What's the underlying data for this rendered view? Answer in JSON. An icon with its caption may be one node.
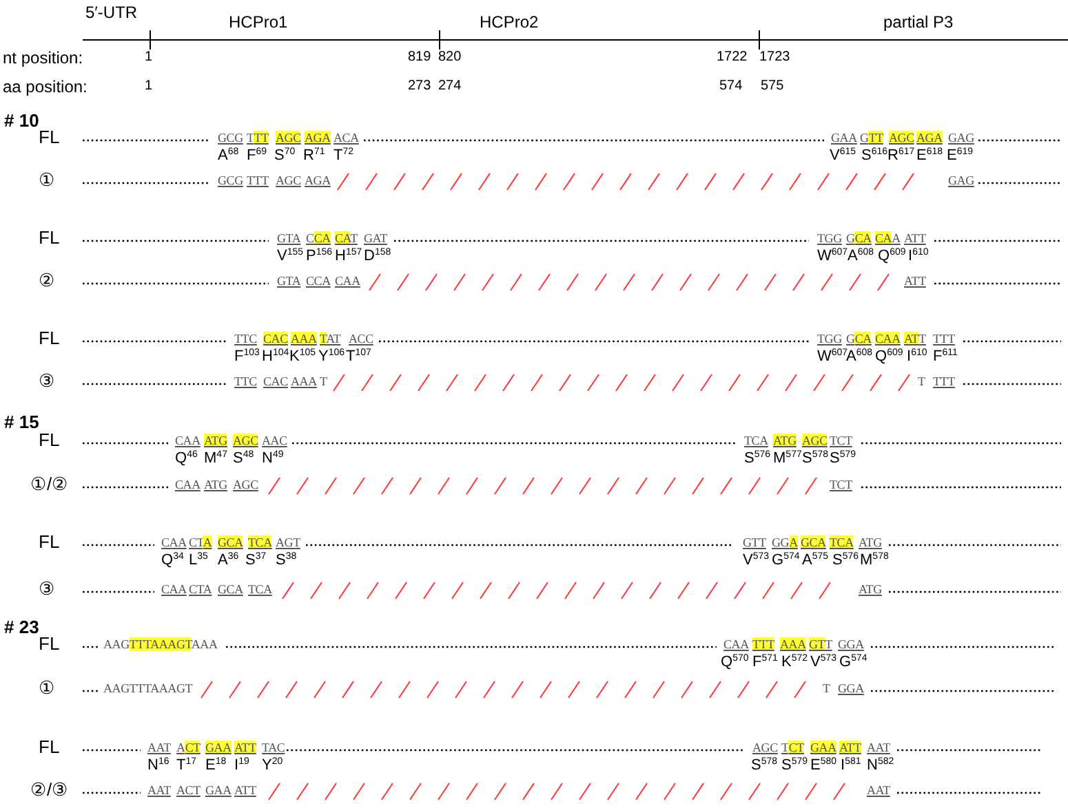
{
  "diagram": {
    "labels": [
      "5′-UTR",
      "HCPro1",
      "HCPro2",
      "partial P3",
      "nt position:",
      "1",
      "819",
      "820",
      "1722",
      "1723",
      "aa position:",
      "1",
      "273",
      "274",
      "574",
      "575",
      "# 10",
      "FL",
      "GCG",
      "TTT",
      "AGC",
      "AGA",
      "ACA",
      "GAA",
      "GTT",
      "AGC",
      "AGA",
      "GAG",
      "A$^{68}$",
      "F$^{69}$",
      "S$^{70}$",
      "R$^{71}$",
      "T$^{72}$",
      "V$^{615}$",
      "S$^{616}$",
      "R$^{617}$",
      "E$^{618}$",
      "E$^{619}$",
      "①",
      "GCG",
      "TTT",
      "AGC",
      "AGA",
      "GAG",
      "FL",
      "GTA",
      "CCA",
      "CAT",
      "GAT",
      "TGG",
      "GCA",
      "CAA",
      "ATT",
      "V$^{155}$",
      "P$^{156}$",
      "H$^{157}$",
      "D$^{158}$",
      "W$^{607}$",
      "A$^{608}$",
      "Q$^{609}$",
      "I$^{610}$",
      "②",
      "GTA",
      "CCA",
      "CAA",
      "ATT",
      "FL",
      "TTC",
      "CAC",
      "AAA",
      "TAT",
      "ACC",
      "TGG",
      "GCA",
      "CAA",
      "ATT",
      "TTT",
      "F$^{103}$",
      "H$^{104}$",
      "K$^{105}$",
      "Y$^{106}$",
      "T$^{107}$",
      "W$^{607}$",
      "A$^{608}$",
      "Q$^{609}$",
      "I$^{610}$",
      "F$^{611}$",
      "③",
      "TTC",
      "CAC",
      "AAA",
      "T",
      "T",
      "TTT",
      "# 15",
      "FL",
      "CAA",
      "ATG",
      "AGC",
      "AAC",
      "TCA",
      "ATG",
      "AGC",
      "TCT",
      "Q$^{46}$",
      "M$^{47}$",
      "S$^{48}$",
      "N$^{49}$",
      "S$^{576}$",
      "M$^{577}$",
      "S$^{578}$",
      "S$^{579}$",
      "①/②",
      "CAA",
      "ATG",
      "AGC",
      "TCT",
      "FL",
      "CAA",
      "CTA",
      "GCA",
      "TCA",
      "AGT",
      "GTT",
      "GGA",
      "GCA",
      "TCA",
      "ATG",
      "Q$^{34}$",
      "L$^{35}$",
      "A$^{36}$",
      "S$^{37}$",
      "S$^{38}$",
      "V$^{573}$",
      "G$^{574}$",
      "A$^{575}$",
      "S$^{576}$",
      "M$^{578}$",
      "③",
      "CAA",
      "CTA",
      "GCA",
      "TCA",
      "ATG",
      "# 23",
      "FL",
      "AAGTTTAAAGTAAA",
      "CAA",
      "TTT",
      "AAA",
      "GTT",
      "GGA",
      "Q$^{570}$",
      "F$^{571}$",
      "K$^{572}$",
      "V$^{573}$",
      "G$^{574}$",
      "①",
      "AAGTTTAAAGT",
      "T",
      "GGA",
      "FL",
      "AAT",
      "ACT",
      "GAA",
      "ATT",
      "TAC",
      "AGC",
      "TCT",
      "GAA",
      "ATT",
      "AAT",
      "N$^{16}$",
      "T$^{17}$",
      "E$^{18}$",
      "I$^{19}$",
      "Y$^{20}$",
      "S$^{578}$",
      "S$^{579}$",
      "E$^{580}$",
      "I$^{581}$",
      "N$^{582}$",
      "②/③",
      "AAT",
      "ACT",
      "GAA",
      "ATT",
      "AAT"
    ]
  }
}
